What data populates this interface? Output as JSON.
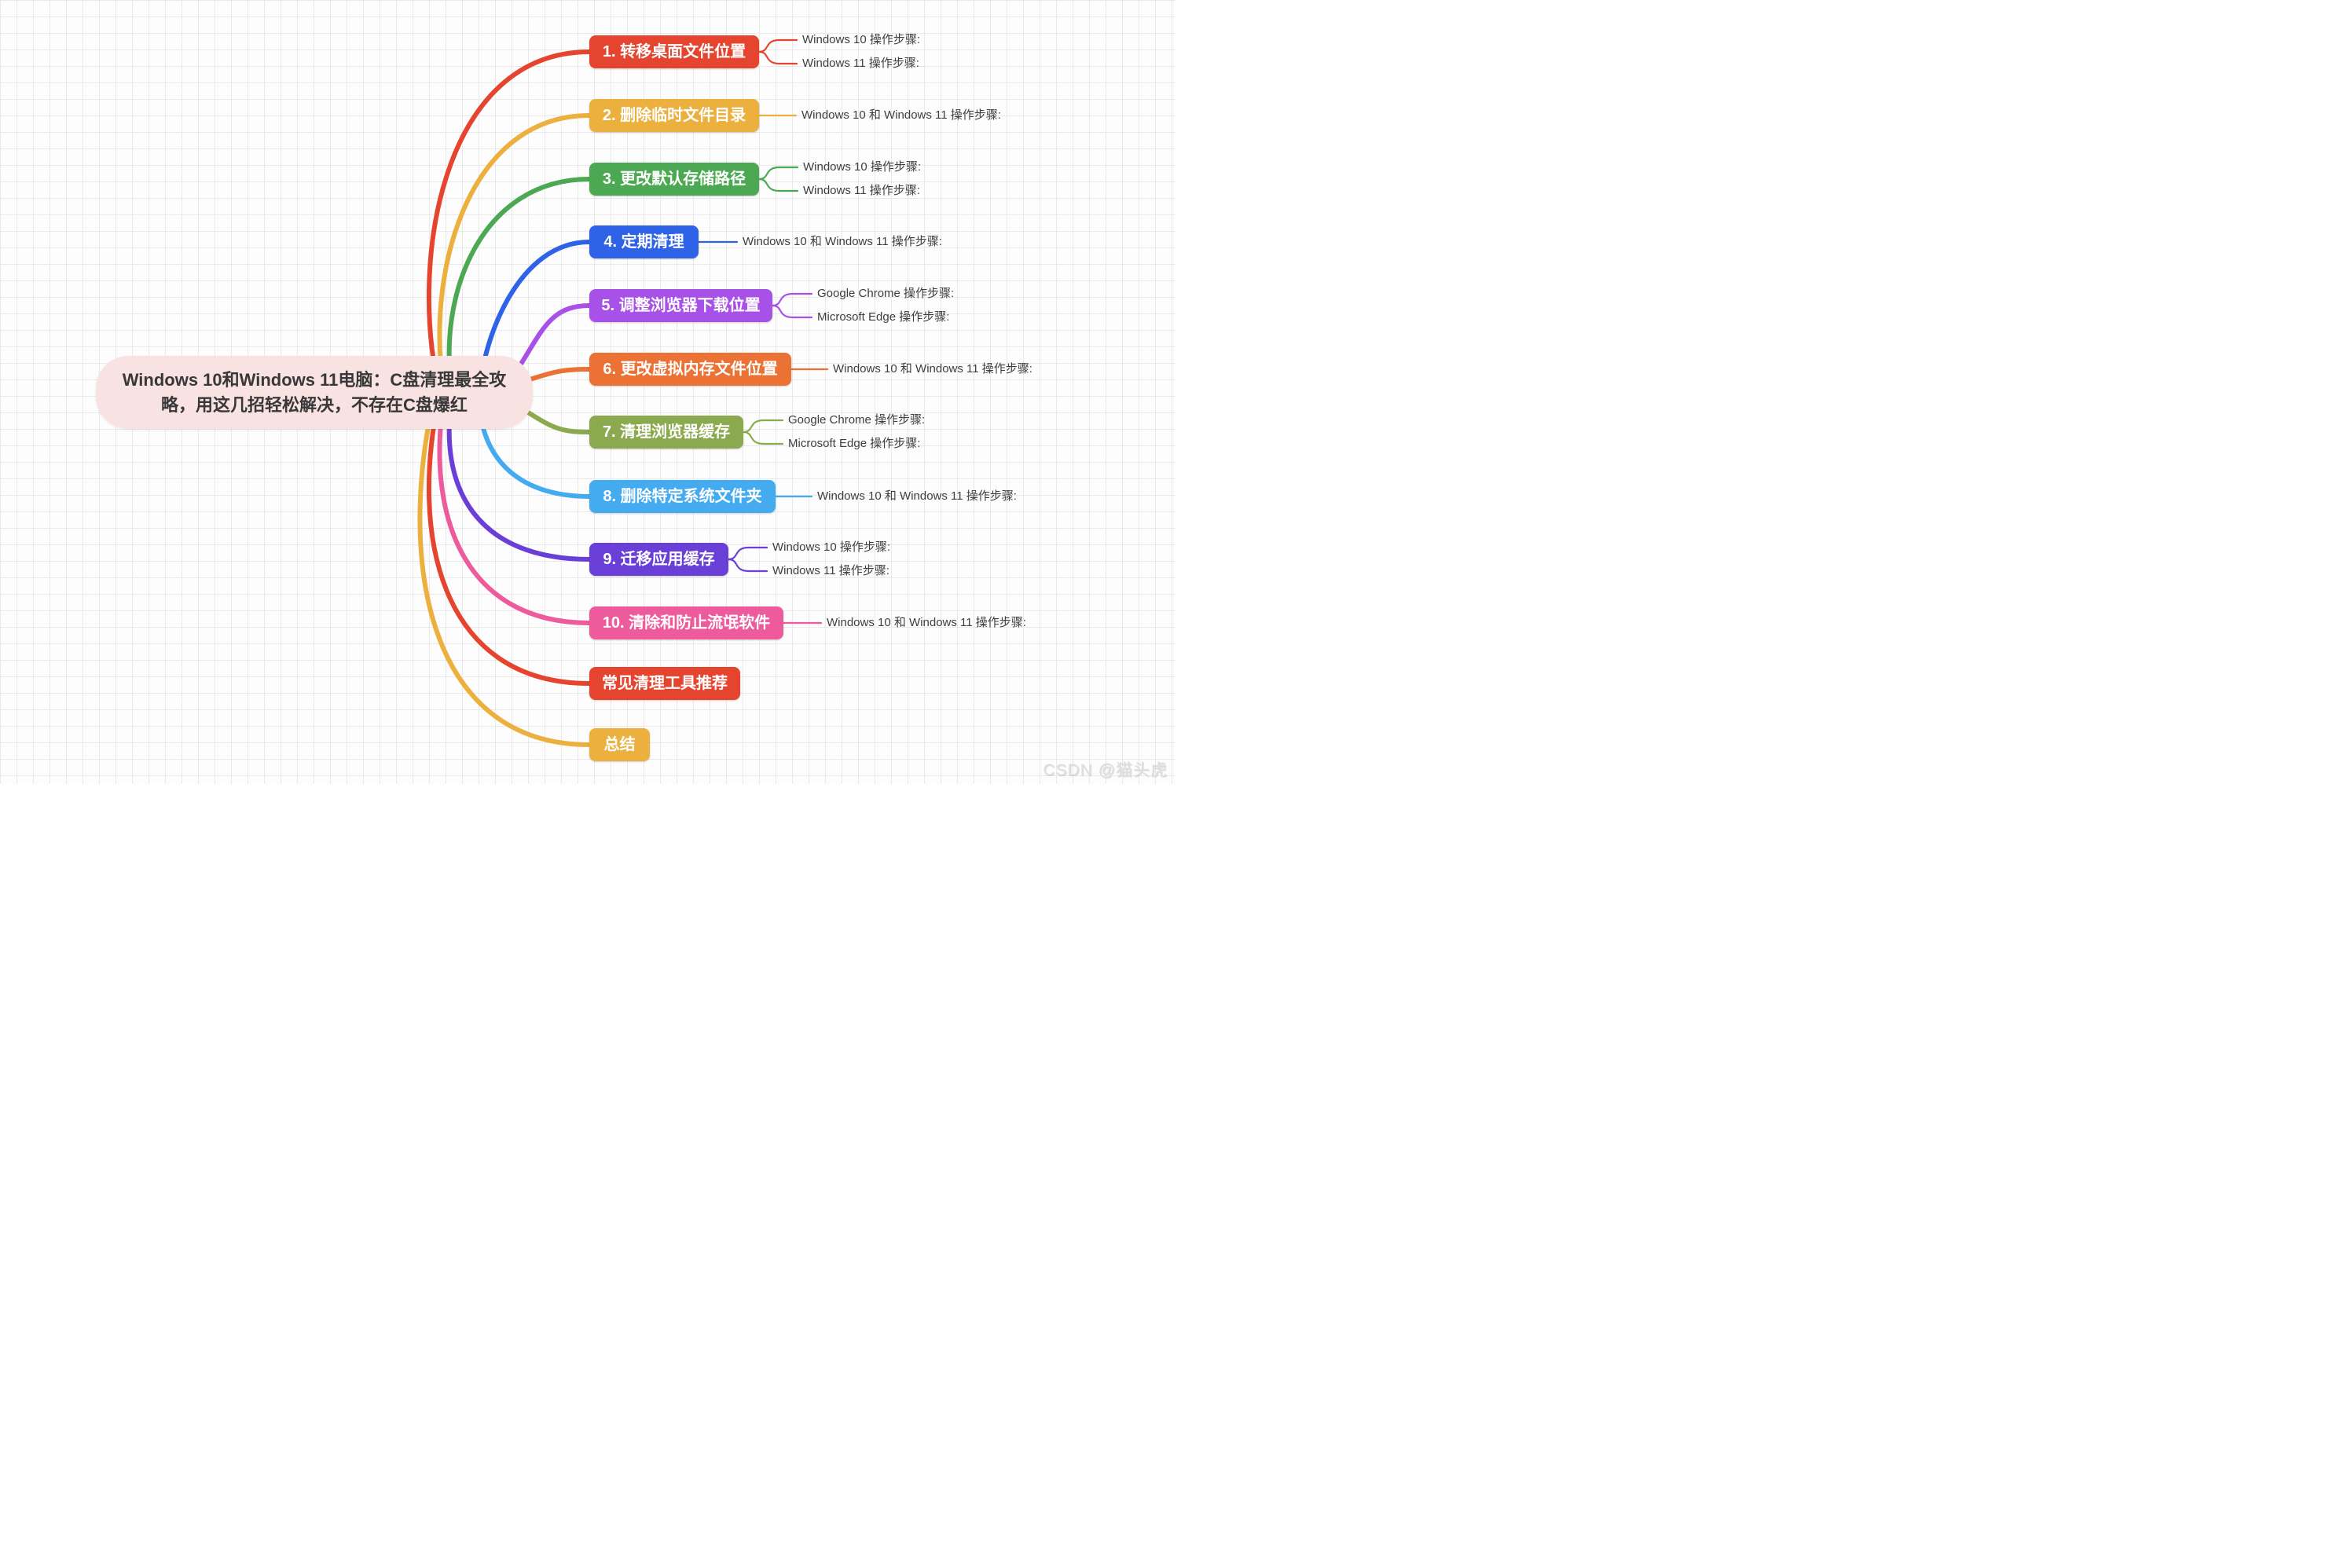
{
  "central": {
    "title": "Windows 10和Windows 11电脑：C盘清理最全攻略，用这几招轻松解决，不存在C盘爆红",
    "bg_color": "#f9e2e2",
    "text_color": "#383838"
  },
  "branches": [
    {
      "label": "1. 转移桌面文件位置",
      "color": "#e5452f",
      "children": [
        "Windows 10 操作步骤:",
        "Windows 11 操作步骤:"
      ]
    },
    {
      "label": "2. 删除临时文件目录",
      "color": "#ecb03e",
      "children": [
        "Windows 10 和 Windows 11 操作步骤:"
      ]
    },
    {
      "label": "3. 更改默认存储路径",
      "color": "#4ca852",
      "children": [
        "Windows 10 操作步骤:",
        "Windows 11 操作步骤:"
      ]
    },
    {
      "label": "4. 定期清理",
      "color": "#2e63e8",
      "children": [
        "Windows 10 和 Windows 11 操作步骤:"
      ]
    },
    {
      "label": "5. 调整浏览器下载位置",
      "color": "#a751e8",
      "children": [
        "Google Chrome 操作步骤:",
        "Microsoft Edge 操作步骤:"
      ]
    },
    {
      "label": "6. 更改虚拟内存文件位置",
      "color": "#ec7134",
      "children": [
        "Windows 10 和 Windows 11 操作步骤:"
      ]
    },
    {
      "label": "7. 清理浏览器缓存",
      "color": "#8ba94e",
      "children": [
        "Google Chrome 操作步骤:",
        "Microsoft Edge 操作步骤:"
      ]
    },
    {
      "label": "8. 删除特定系统文件夹",
      "color": "#45abf1",
      "children": [
        "Windows 10 和 Windows 11 操作步骤:"
      ]
    },
    {
      "label": "9. 迁移应用缓存",
      "color": "#6a3fd8",
      "children": [
        "Windows 10 操作步骤:",
        "Windows 11 操作步骤:"
      ]
    },
    {
      "label": "10. 清除和防止流氓软件",
      "color": "#ee5b9d",
      "children": [
        "Windows 10 和 Windows 11 操作步骤:"
      ]
    },
    {
      "label": "常见清理工具推荐",
      "color": "#e5452f",
      "children": []
    },
    {
      "label": "总结",
      "color": "#ecb03e",
      "children": []
    }
  ],
  "watermark": "CSDN @猫头虎"
}
